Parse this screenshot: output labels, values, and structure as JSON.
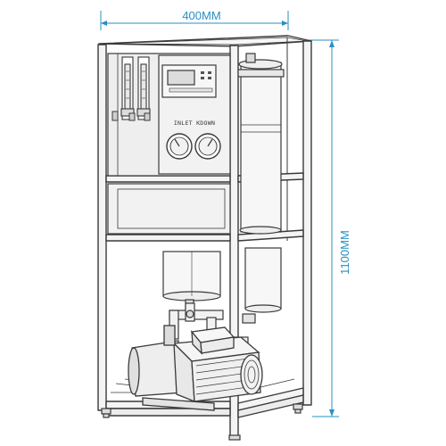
{
  "dimensions": {
    "width_label": "400MM",
    "height_label": "1100MM"
  },
  "panel": {
    "gauge_label": "INLET KDOWN"
  },
  "colors": {
    "dimension": "#2a8fc4",
    "line": "#3a3a3a",
    "frame_fill": "#f4f4f4",
    "panel_fill": "#eeeeee",
    "display_fill": "#dcdcdc"
  }
}
